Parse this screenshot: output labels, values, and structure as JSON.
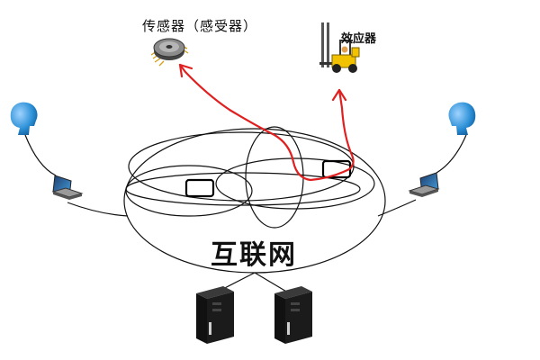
{
  "labels": {
    "sensor": "传感器（感受器）",
    "actuator": "效应器",
    "internet": "互联网"
  },
  "icons": {
    "sensor": "pressure-sensor-chip-icon",
    "actuator": "forklift-icon",
    "user_left": "human-head-icon",
    "user_right": "human-head-icon",
    "laptop_left": "laptop-icon",
    "laptop_right": "laptop-icon",
    "server_left": "server-tower-icon",
    "server_right": "server-tower-icon",
    "node_left": "network-node-box",
    "node_right": "network-node-box"
  },
  "colors": {
    "signal_path": "#e02020",
    "network_lines": "#111111",
    "head": "#2a8fd6",
    "forklift": "#f2c200",
    "server": "#1b1b1b"
  }
}
